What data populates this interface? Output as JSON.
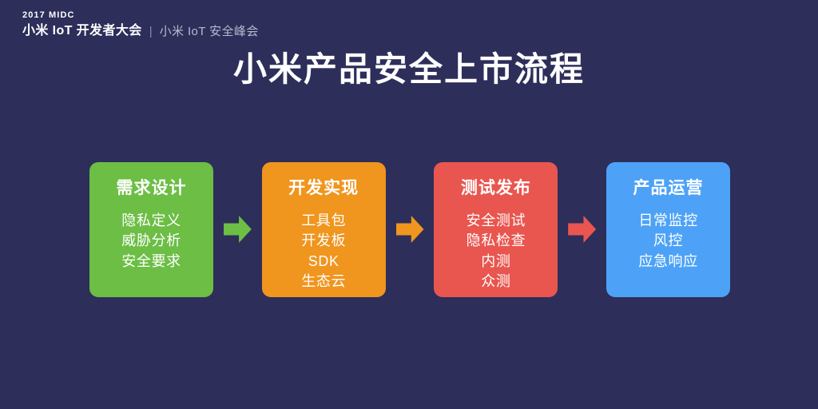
{
  "theme": {
    "background": "#2d2e5a",
    "title_color": "#ffffff",
    "brand_sub_color": "#b9bacd"
  },
  "brand": {
    "kicker": "2017 MIDC",
    "main": "小米 IoT 开发者大会",
    "separator": "|",
    "sub": "小米 IoT 安全峰会"
  },
  "title": "小米产品安全上市流程",
  "flow": {
    "stages": [
      {
        "title": "需求设计",
        "color": "#6cbe45",
        "color_class": "green",
        "items": [
          "隐私定义",
          "威胁分析",
          "安全要求"
        ]
      },
      {
        "title": "开发实现",
        "color": "#f0951e",
        "color_class": "orange",
        "items": [
          "工具包",
          "开发板",
          "SDK",
          "生态云"
        ]
      },
      {
        "title": "测试发布",
        "color": "#e9564f",
        "color_class": "red",
        "items": [
          "安全测试",
          "隐私检查",
          "内测",
          "众测"
        ]
      },
      {
        "title": "产品运营",
        "color": "#4da2f7",
        "color_class": "blue",
        "items": [
          "日常监控",
          "风控",
          "应急响应"
        ]
      }
    ],
    "arrows": [
      {
        "name": "arrow-right-icon",
        "color": "#6cbe45",
        "color_class": "green"
      },
      {
        "name": "arrow-right-icon",
        "color": "#f0951e",
        "color_class": "orange"
      },
      {
        "name": "arrow-right-icon",
        "color": "#e9564f",
        "color_class": "red"
      }
    ]
  }
}
